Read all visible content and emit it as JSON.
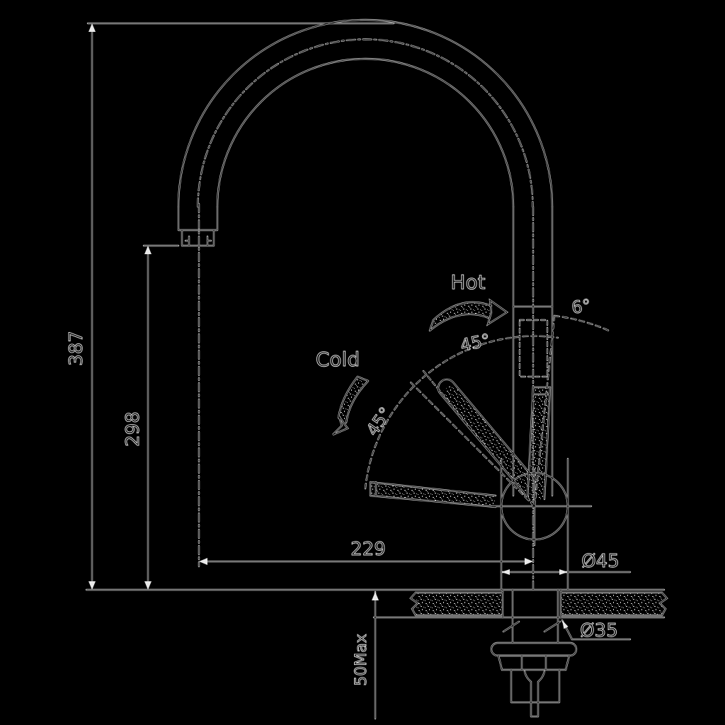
{
  "meta": {
    "title": "Kitchen mixer tap installation drawing",
    "background_color": "#000000",
    "line_color": "#e8e8e8",
    "view": "side elevation with mounting section"
  },
  "dims": {
    "overall_height": "387",
    "outlet_height": "298",
    "spout_reach": "229",
    "base_diameter": "Ø45",
    "hole_diameter": "Ø35",
    "max_counter_thickness": "50Max"
  },
  "angles": {
    "hot_sector": "45°",
    "cold_sector": "45°",
    "handle_tilt": "6°"
  },
  "labels": {
    "hot": "Hot",
    "cold": "Cold"
  }
}
